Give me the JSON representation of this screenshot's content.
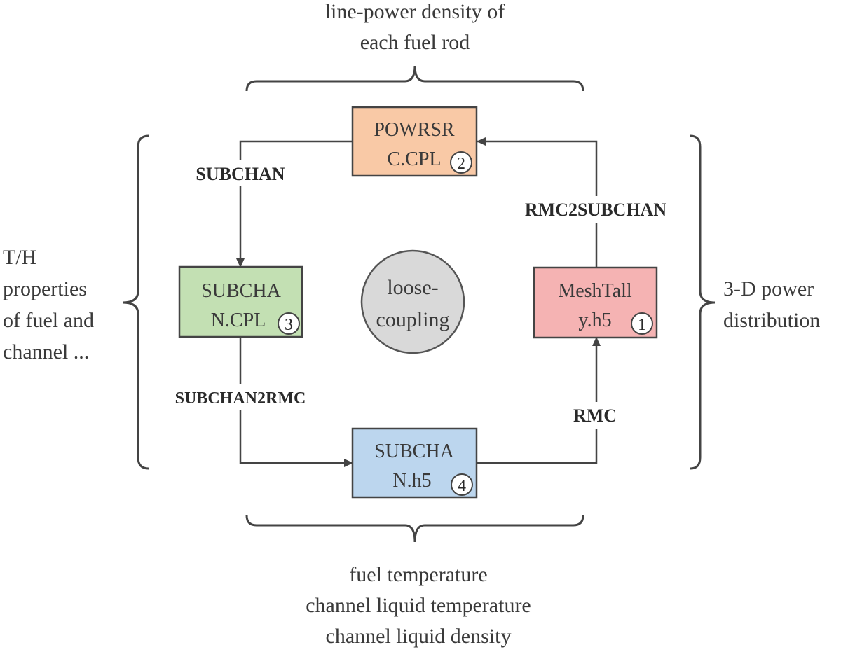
{
  "top_note": [
    "line-power density of",
    "each fuel rod"
  ],
  "bottom_note": [
    "fuel temperature",
    "channel liquid temperature",
    "channel liquid density"
  ],
  "left_note": [
    "T/H",
    "properties",
    "of fuel and",
    "channel ..."
  ],
  "right_note": [
    "3-D power",
    "distribution"
  ],
  "center": [
    "loose-",
    "coupling"
  ],
  "boxes": {
    "powrsrc": {
      "lines": [
        "POWRSR",
        "C.CPL"
      ],
      "num": "2",
      "fill": "#f9c9a6"
    },
    "subchan_cpl": {
      "lines": [
        "SUBCHA",
        "N.CPL"
      ],
      "num": "3",
      "fill": "#c3e0b3"
    },
    "meshtally": {
      "lines": [
        "MeshTall",
        "y.h5"
      ],
      "num": "1",
      "fill": "#f5b3b3"
    },
    "subchan_h5": {
      "lines": [
        "SUBCHA",
        "N.h5"
      ],
      "num": "4",
      "fill": "#bcd6ee"
    }
  },
  "edges": {
    "subchan": "SUBCHAN",
    "rmc2subchan": "RMC2SUBCHAN",
    "subchan2rmc": "SUBCHAN2RMC",
    "rmc": "RMC"
  },
  "colors": {
    "line": "#444444",
    "circle_fill": "#d9d9d9",
    "label_bg": "#ffffff"
  }
}
